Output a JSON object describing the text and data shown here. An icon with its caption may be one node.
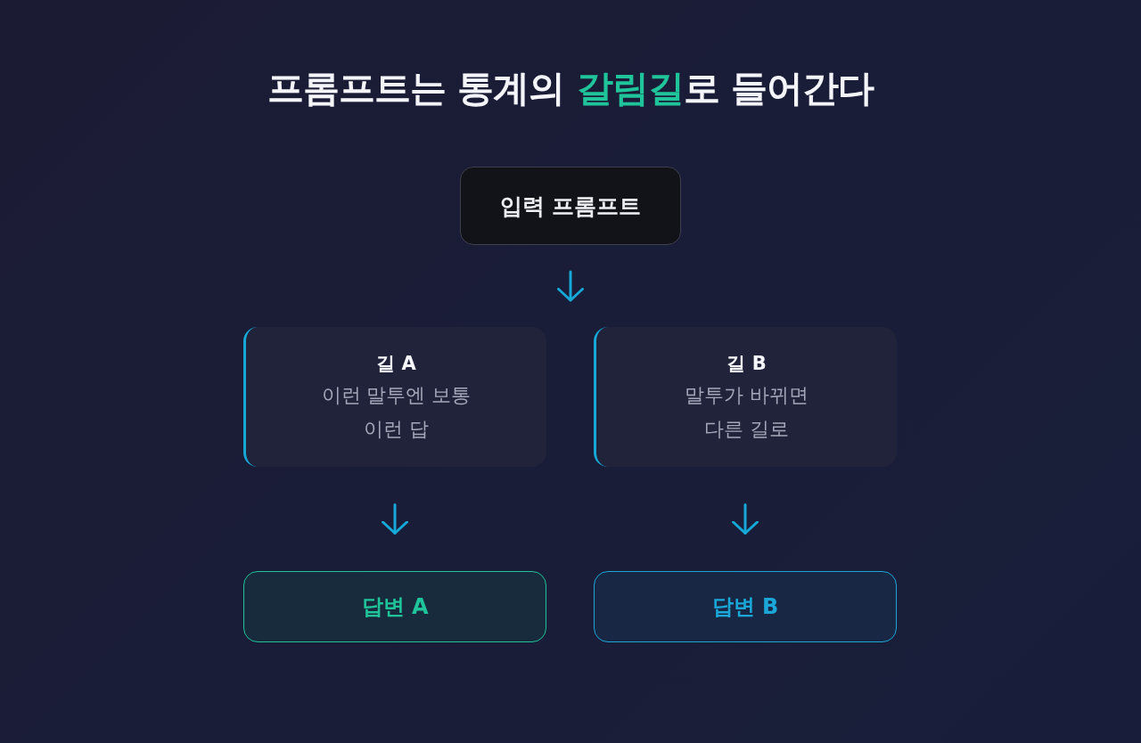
{
  "diagram": {
    "title": "프롬프트는 통계의 **갈림길**로 들어간다",
    "nodes": [
      {
        "text": [
          "입력 프롬프트"
        ]
      },
      {
        "text": [
          "길 A",
          "이런 말투엔 보통 이런 답"
        ]
      },
      {
        "text": [
          "길 B",
          "말투가 바뀌면 다른 길로"
        ]
      },
      {
        "text": [
          "답변 A"
        ]
      },
      {
        "text": [
          "답변 B"
        ]
      }
    ],
    "edges": [
      {
        "from": 0,
        "to": 1,
        "arrow": "to"
      },
      {
        "from": 0,
        "to": 2,
        "arrow": "to"
      },
      {
        "from": 1,
        "to": 3,
        "arrow": "to"
      },
      {
        "from": 2,
        "to": 4,
        "arrow": "to"
      }
    ]
  }
}
